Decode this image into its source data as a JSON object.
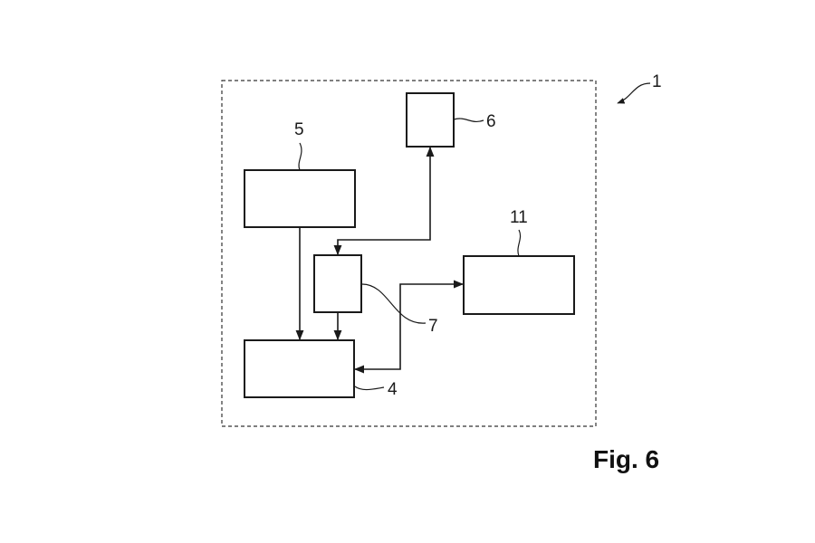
{
  "figure": {
    "caption": "Fig. 6",
    "system_label": "1"
  },
  "blocks": [
    {
      "id": "block-5",
      "label": "5"
    },
    {
      "id": "block-6",
      "label": "6"
    },
    {
      "id": "block-7",
      "label": "7"
    },
    {
      "id": "block-11",
      "label": "11"
    },
    {
      "id": "block-4",
      "label": "4"
    }
  ],
  "connections": [
    {
      "from": "5",
      "to": "4",
      "direction": "one-way"
    },
    {
      "from": "7",
      "to": "4",
      "direction": "one-way"
    },
    {
      "from": "7",
      "to": "6",
      "direction": "bidirectional"
    },
    {
      "from": "11",
      "to": "4",
      "direction": "bidirectional"
    }
  ],
  "colors": {
    "line": "#1a1a1a",
    "background": "#ffffff"
  }
}
